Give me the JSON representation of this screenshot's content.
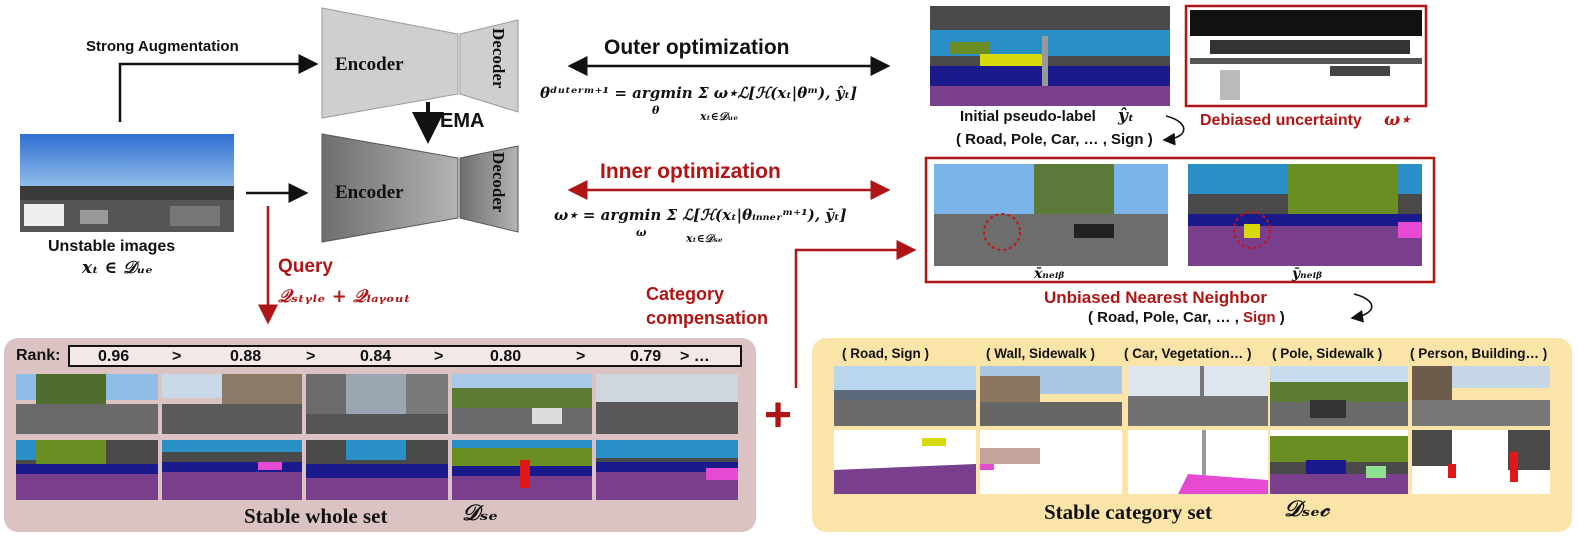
{
  "augment_label": "Strong Augmentation",
  "encoder_label": "Encoder",
  "decoder_label": "Decoder",
  "ema_label": "EMA",
  "input": {
    "caption": "Unstable images",
    "math": "xₜ ∈ 𝒟ᵤₑ"
  },
  "query": {
    "label": "Query",
    "formula": "𝒬ₛₜᵧₗₑ + 𝒬ₗₐᵧₒᵤₜ"
  },
  "outer": {
    "label": "Outer optimization",
    "formula": "θᵈᵘᵗᵉʳᵐ⁺¹ = argmin Σ ω⋆ℒ[ℋ(xₜ|θᵐ), ŷₜ]",
    "argmin_sub": "θ",
    "sum_sub": "xₜ∈𝒟ᵤₑ"
  },
  "inner": {
    "label": "Inner optimization",
    "formula": "ω⋆ = argmin Σ ℒ[ℋ(xₜ|θᵢₙₙₑᵣᵐ⁺¹), ȳₜ]",
    "argmin_sub": "ω",
    "sum_sub": "xₜ∈𝒟ₛₑ"
  },
  "pseudo_label": {
    "caption": "Initial pseudo-label",
    "math": "ŷₜ",
    "classes": "Road, Pole, Car, … , Sign"
  },
  "uncertainty": {
    "caption": "Debiased uncertainty",
    "math": "ω⋆"
  },
  "neighbor": {
    "x_label": "x̄ₙₑᵢᵦ",
    "y_label": "ȳₙₑᵢᵦ",
    "caption": "Unbiased Nearest Neighbor",
    "classes_prefix": "Road, Pole, Car, … , ",
    "classes_highlight": "Sign"
  },
  "compensation_label": "Category\ncompensation",
  "rank": {
    "label": "Rank:",
    "values": [
      "0.96",
      "0.88",
      "0.84",
      "0.80",
      "0.79"
    ],
    "sep": ">",
    "tail": "> …"
  },
  "stable_whole": {
    "caption": "Stable whole set",
    "math": "𝒟ₛₑ"
  },
  "stable_category": {
    "caption": "Stable category set",
    "math": "𝒟ₛₑ𝒸",
    "categories": [
      "Road, Sign",
      "Wall, Sidewalk",
      "Car, Vegetation…",
      "Pole, Sidewalk",
      "Person, Building…"
    ]
  },
  "plus_symbol": "+",
  "colors": {
    "accent_red": "#b01515",
    "encoder_light": "#cccccc",
    "encoder_dark": "#7a7a7a",
    "road": "#7a3f8c",
    "sky": "#2a8fc7",
    "vegetation": "#6b8e23",
    "car": "#1a1a8c",
    "building": "#4a4a4a",
    "sidewalk": "#e64ad2"
  }
}
